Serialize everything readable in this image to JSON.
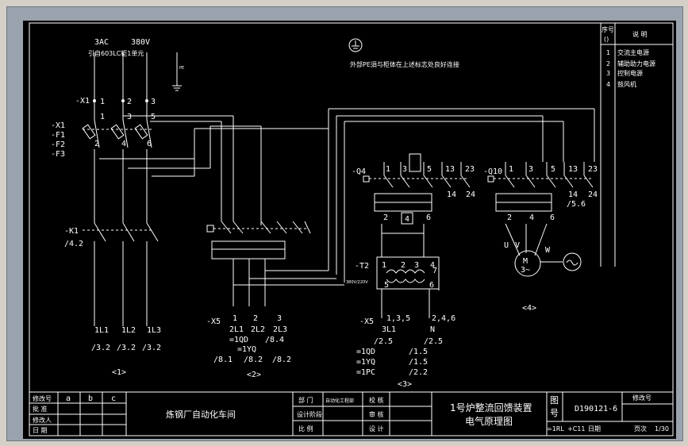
{
  "supply": {
    "phase": "3AC",
    "voltage": "380V",
    "source": "引自603LC柜1单元",
    "pe": "PE"
  },
  "ground_note": "外部PE須与柜体在上述标志处良好连接",
  "refs": {
    "x1": "-X1",
    "x1_left": "-X1",
    "f1": "-F1",
    "f2": "-F2",
    "f3": "-F3",
    "k1": "-K1",
    "k1_ref": "/4.2",
    "x5a": "-X5",
    "x5b": "-X5",
    "q4": "-Q4",
    "q10": "-Q10",
    "t2": "-T2"
  },
  "terminals": {
    "x1": [
      "1",
      "2",
      "3"
    ],
    "f_top": [
      "1",
      "3",
      "5"
    ],
    "f_bot": [
      "2",
      "4",
      "6"
    ],
    "group2": [
      "1",
      "2",
      "3"
    ],
    "group2_labels": [
      "2L1",
      "2L2",
      "2L3"
    ],
    "q4_top": [
      "1",
      "3",
      "5",
      "13",
      "23"
    ],
    "q4_aux": [
      "14",
      "24"
    ],
    "q4_bot": [
      "2",
      "4",
      "6"
    ],
    "q10_top": [
      "1",
      "3",
      "5",
      "13",
      "23"
    ],
    "q10_aux": [
      "14",
      "24"
    ],
    "q10_bot": [
      "2",
      "4",
      "6"
    ],
    "q10_ref": "/5.6",
    "t2_top": [
      "1",
      "2",
      "3",
      "4"
    ],
    "t2_bot": [
      "5",
      "6",
      "7"
    ],
    "t2_ratio": "380V/220V",
    "x5b_left": "1,3,5",
    "x5b_right": "2,4,6",
    "x5b_l": "3L1",
    "x5b_n": "N"
  },
  "outputs": {
    "g1": [
      "1L1",
      "1L2",
      "1L3"
    ],
    "g1_refs": [
      "/3.2",
      "/3.2",
      "/3.2"
    ],
    "g2_refs": [
      "=1QD",
      "/8.4",
      "=1YQ",
      "/8.1",
      "/8.2",
      "/8.2"
    ],
    "g3_refs": [
      "/2.5",
      "/2.5",
      "=1QD",
      "/1.5",
      "=1YQ",
      "/1.5",
      "=1PC",
      "/2.2"
    ]
  },
  "motor": {
    "u": "U",
    "v": "V",
    "w": "W",
    "m": "M",
    "phase": "3~"
  },
  "groups": [
    "<1>",
    "<2>",
    "<3>",
    "<4>"
  ],
  "legend": {
    "col_no": "序号",
    "col_no_sub": "()",
    "col_desc": "说  明",
    "items": [
      {
        "no": "1",
        "desc": "交流主电源"
      },
      {
        "no": "2",
        "desc": "辅助助力电源"
      },
      {
        "no": "3",
        "desc": "控制电源"
      },
      {
        "no": "4",
        "desc": "鼓风机"
      }
    ]
  },
  "titleblock": {
    "rev_header": [
      "修改号",
      "a",
      "b",
      "c"
    ],
    "rows": [
      "批 准",
      "修改人",
      "日 期"
    ],
    "company": "炼钢厂自动化车间",
    "dept_label": "部  门",
    "dept_value": "自动化工程部",
    "draw_label": "设计阶段",
    "ratio_label": "比  例",
    "check_label": "校  核",
    "review_label": "审  核",
    "design_label": "设  计",
    "drawing_title_1": "1号炉整流回馈装置",
    "drawing_title_2": "电气原理图",
    "tu": "图",
    "hao": "号",
    "drawing_no": "D190121-6",
    "rev_label": "修改号",
    "bottom": [
      "=1RL",
      "+C11",
      "日期",
      "页次",
      "1/30"
    ]
  }
}
